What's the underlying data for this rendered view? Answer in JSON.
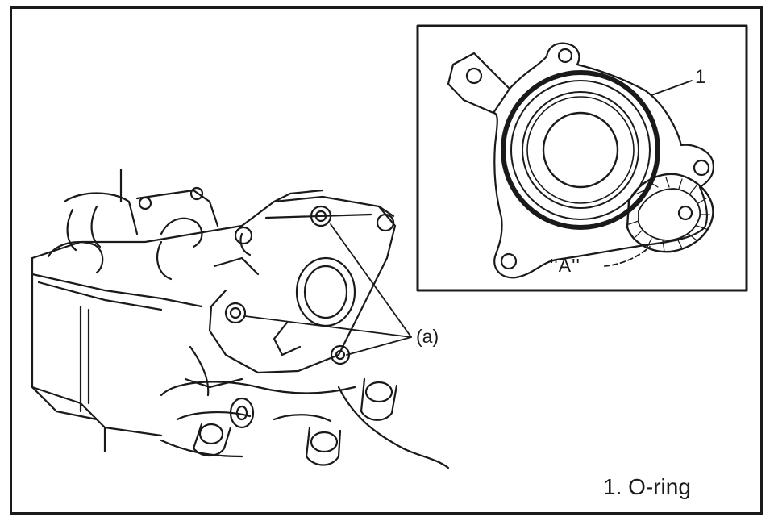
{
  "callouts": {
    "one": "1",
    "a": "(a)",
    "area_a": "''A''"
  },
  "legend": {
    "item_1": "1. O-ring"
  },
  "colors": {
    "line": "#1a1a1a",
    "background": "#ffffff"
  }
}
